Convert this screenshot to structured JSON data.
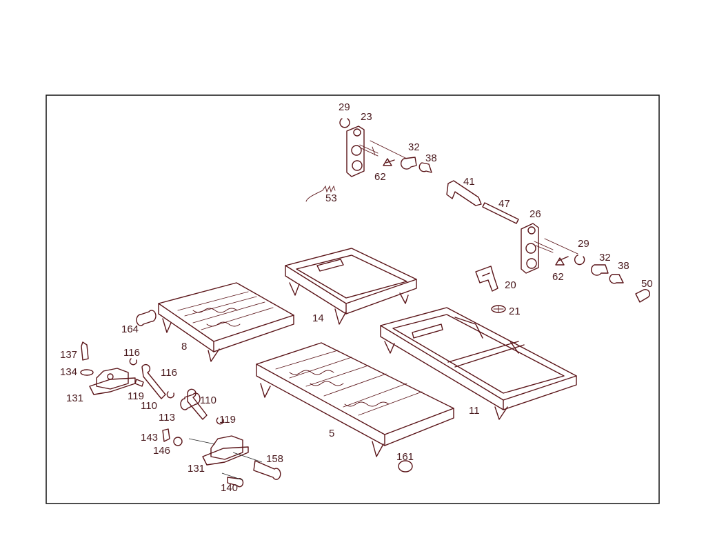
{
  "diagram": {
    "parts": [
      {
        "id": "part-29-top",
        "number": "29"
      },
      {
        "id": "part-23",
        "number": "23"
      },
      {
        "id": "part-32-top",
        "number": "32"
      },
      {
        "id": "part-38-top",
        "number": "38"
      },
      {
        "id": "part-62-top",
        "number": "62"
      },
      {
        "id": "part-53",
        "number": "53"
      },
      {
        "id": "part-41",
        "number": "41"
      },
      {
        "id": "part-47",
        "number": "47"
      },
      {
        "id": "part-26",
        "number": "26"
      },
      {
        "id": "part-29-right",
        "number": "29"
      },
      {
        "id": "part-32-right",
        "number": "32"
      },
      {
        "id": "part-38-right",
        "number": "38"
      },
      {
        "id": "part-50",
        "number": "50"
      },
      {
        "id": "part-62-right",
        "number": "62"
      },
      {
        "id": "part-20",
        "number": "20"
      },
      {
        "id": "part-21",
        "number": "21"
      },
      {
        "id": "part-14",
        "number": "14"
      },
      {
        "id": "part-164",
        "number": "164"
      },
      {
        "id": "part-8",
        "number": "8"
      },
      {
        "id": "part-11",
        "number": "11"
      },
      {
        "id": "part-137",
        "number": "137"
      },
      {
        "id": "part-116-a",
        "number": "116"
      },
      {
        "id": "part-134",
        "number": "134"
      },
      {
        "id": "part-116-b",
        "number": "116"
      },
      {
        "id": "part-131-a",
        "number": "131"
      },
      {
        "id": "part-119-a",
        "number": "119"
      },
      {
        "id": "part-110-a",
        "number": "110"
      },
      {
        "id": "part-110-b",
        "number": "110"
      },
      {
        "id": "part-113",
        "number": "113"
      },
      {
        "id": "part-119-b",
        "number": "119"
      },
      {
        "id": "part-5",
        "number": "5"
      },
      {
        "id": "part-143",
        "number": "143"
      },
      {
        "id": "part-146",
        "number": "146"
      },
      {
        "id": "part-161",
        "number": "161"
      },
      {
        "id": "part-158",
        "number": "158"
      },
      {
        "id": "part-131-b",
        "number": "131"
      },
      {
        "id": "part-140",
        "number": "140"
      }
    ]
  }
}
